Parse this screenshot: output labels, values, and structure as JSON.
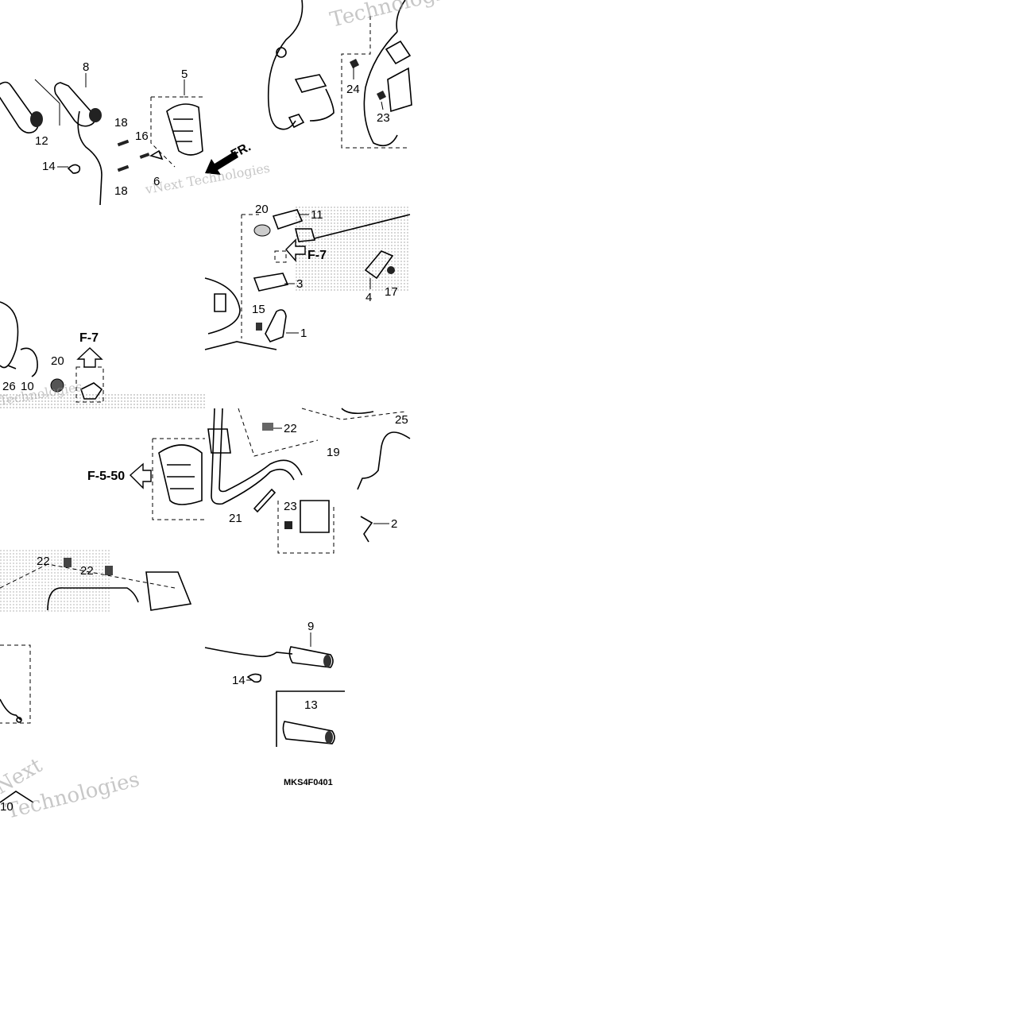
{
  "diagram": {
    "code": "MKS4F0401",
    "fr_label": "FR.",
    "refs": [
      "F-7",
      "F-7",
      "F-5-50"
    ],
    "callouts": [
      "1",
      "2",
      "3",
      "4",
      "5",
      "6",
      "8",
      "9",
      "10",
      "10",
      "11",
      "12",
      "13",
      "14",
      "14",
      "15",
      "16",
      "17",
      "18",
      "18",
      "19",
      "20",
      "20",
      "21",
      "22",
      "22",
      "22",
      "23",
      "23",
      "24",
      "25",
      "26"
    ],
    "watermark": [
      "vNext Technologies",
      "Technologies",
      "Next",
      "Technologies",
      "Technologies"
    ]
  }
}
